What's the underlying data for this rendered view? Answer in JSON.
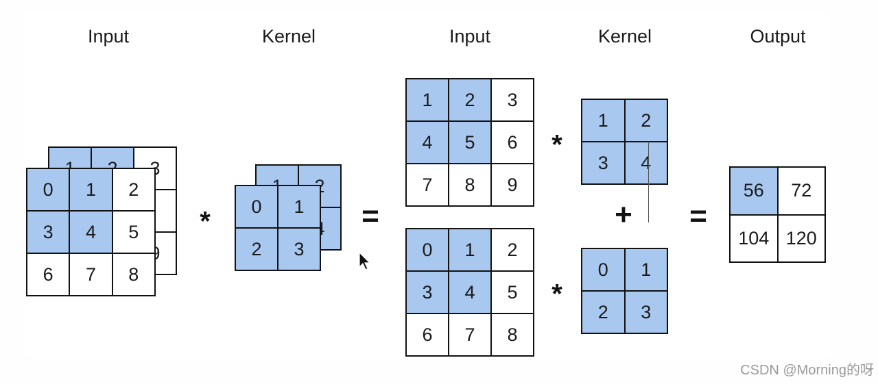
{
  "headings": {
    "input_left": "Input",
    "kernel_left": "Kernel",
    "input_right": "Input",
    "kernel_right": "Kernel",
    "output": "Output"
  },
  "operators": {
    "conv": "*",
    "equals": "=",
    "plus": "+"
  },
  "colors": {
    "highlight": "#a9c8f0",
    "line": "#111111"
  },
  "input_back": [
    "1",
    "2",
    "3",
    "",
    "6",
    "",
    "",
    "",
    "9"
  ],
  "input_front": [
    "0",
    "1",
    "2",
    "3",
    "4",
    "5",
    "6",
    "7",
    "8"
  ],
  "kernel_back": [
    "1",
    "2",
    "",
    "4"
  ],
  "kernel_front": [
    "0",
    "1",
    "2",
    "3"
  ],
  "input_ch1": [
    "1",
    "2",
    "3",
    "4",
    "5",
    "6",
    "7",
    "8",
    "9"
  ],
  "kernel_ch1": [
    "1",
    "2",
    "3",
    "4"
  ],
  "input_ch0": [
    "0",
    "1",
    "2",
    "3",
    "4",
    "5",
    "6",
    "7",
    "8"
  ],
  "kernel_ch0": [
    "0",
    "1",
    "2",
    "3"
  ],
  "output": [
    "56",
    "72",
    "104",
    "120"
  ],
  "watermark": "CSDN @Morning的呀"
}
